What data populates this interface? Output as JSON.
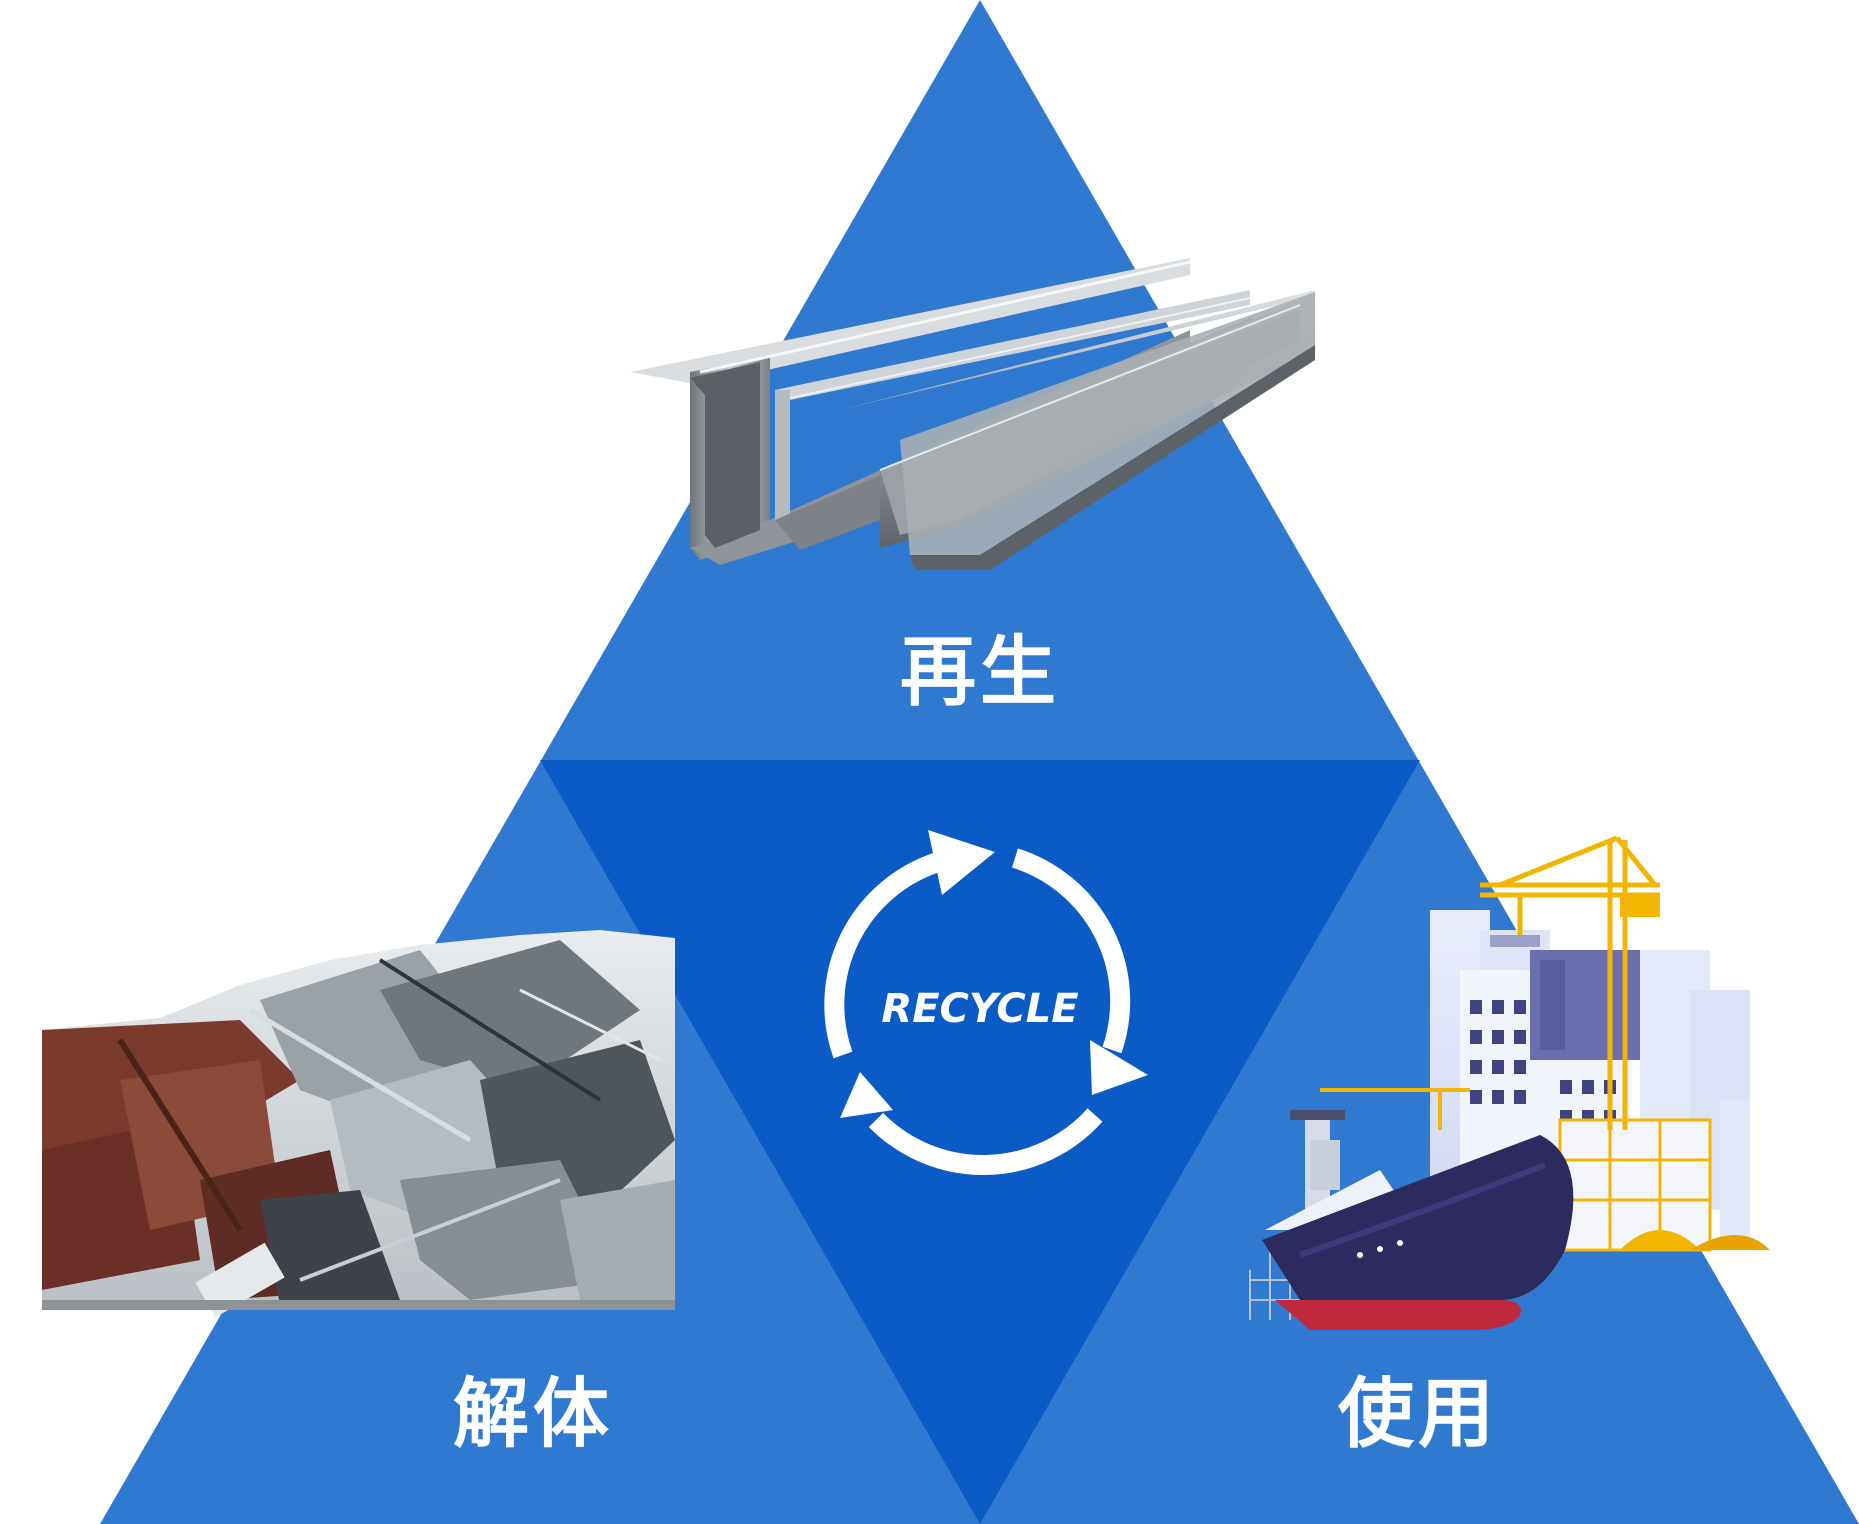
{
  "colors": {
    "outer_triangle": "#2f7ad0",
    "center_triangle": "#0a5bc6",
    "text": "#ffffff",
    "ship_hull": "#2c2a5e",
    "ship_bottom": "#c0283c",
    "crane": "#f2b600",
    "rust": "#7a3a2c",
    "steel": "#8a9096"
  },
  "diagram": {
    "top": {
      "label": "再生",
      "image": "steel-channel-beams"
    },
    "bottom_left": {
      "label": "解体",
      "image": "scrap-metal-pile"
    },
    "bottom_right": {
      "label": "使用",
      "image": "construction-and-ship-illustration"
    },
    "center": {
      "text": "RECYCLE",
      "icon": "recycle-cycle-arrows-icon"
    }
  }
}
